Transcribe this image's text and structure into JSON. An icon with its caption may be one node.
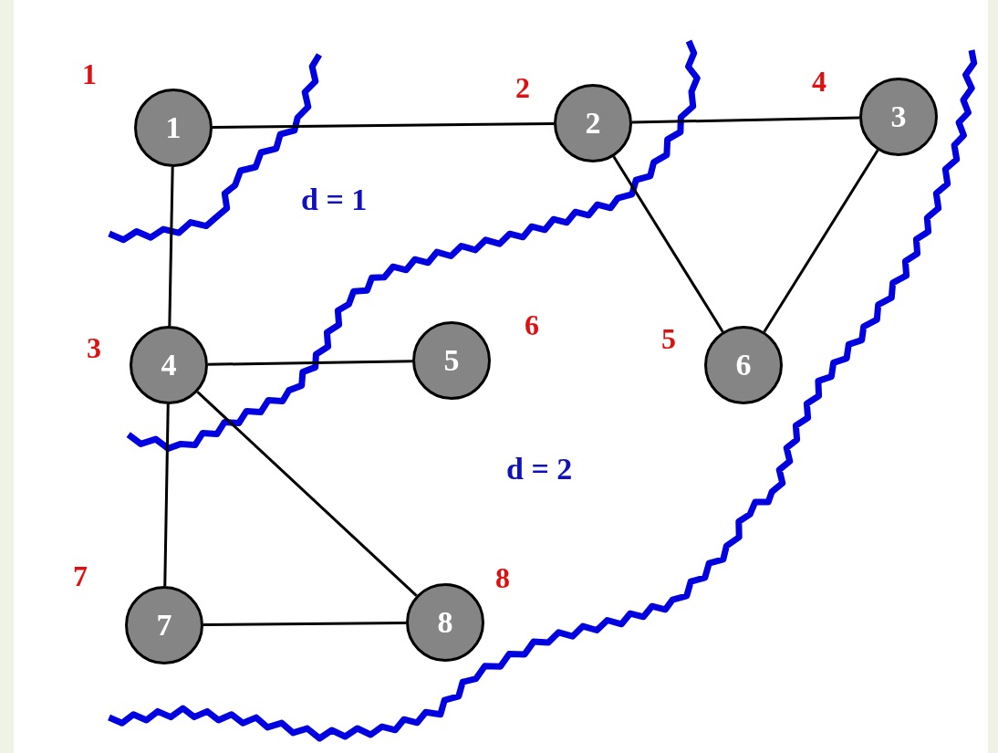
{
  "diagram": {
    "nodes": [
      {
        "text": [
          "1"
        ],
        "beside": [
          "1"
        ]
      },
      {
        "text": [
          "2"
        ],
        "beside": [
          "2"
        ]
      },
      {
        "text": [
          "3"
        ],
        "beside": [
          "4"
        ]
      },
      {
        "text": [
          "4"
        ],
        "beside": [
          "3"
        ]
      },
      {
        "text": [
          "5"
        ],
        "beside": [
          "6"
        ]
      },
      {
        "text": [
          "6"
        ],
        "beside": [
          "5"
        ]
      },
      {
        "text": [
          "7"
        ],
        "beside": [
          "7"
        ]
      },
      {
        "text": [
          "8"
        ],
        "beside": [
          "8"
        ]
      }
    ],
    "edges": [
      {
        "from": 0,
        "to": 1,
        "arrow": "none"
      },
      {
        "from": 1,
        "to": 2,
        "arrow": "none"
      },
      {
        "from": 1,
        "to": 5,
        "arrow": "none"
      },
      {
        "from": 2,
        "to": 5,
        "arrow": "none"
      },
      {
        "from": 0,
        "to": 3,
        "arrow": "none"
      },
      {
        "from": 3,
        "to": 4,
        "arrow": "none"
      },
      {
        "from": 3,
        "to": 6,
        "arrow": "none"
      },
      {
        "from": 3,
        "to": 7,
        "arrow": "none"
      },
      {
        "from": 6,
        "to": 7,
        "arrow": "none"
      }
    ],
    "labels": [
      "d = 1",
      "d = 2"
    ]
  }
}
